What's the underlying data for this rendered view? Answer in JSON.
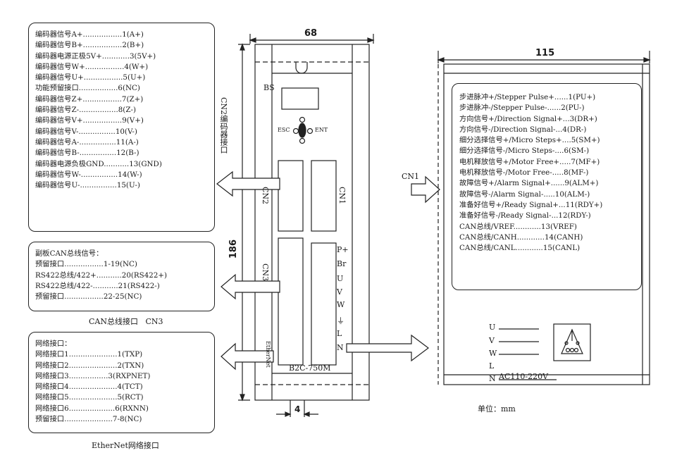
{
  "cn2": {
    "items": [
      "编码器信号A+.................1(A+)",
      "编码器信号B+.................2(B+)",
      "编码器电源正极5V+............3(5V+)",
      "编码器信号W+.................4(W+)",
      "编码器信号U+.................5(U+)",
      "功能预留接口.................6(NC)",
      "编码器信号Z+.................7(Z+)",
      "编码器信号Z-.................8(Z-)",
      "编码器信号V+.................9(V+)",
      "编码器信号V-................10(V-)",
      "编码器信号A-................11(A-)",
      "编码器信号B-................12(B-)",
      "编码器电源负极GND...........13(GND)",
      "编码器信号W-................14(W-)",
      "编码器信号U-................15(U-)"
    ],
    "side_label": "CN2编码器接口"
  },
  "cn3": {
    "items": [
      "副板CAN总线信号：",
      "预留接口.................1-19(NC)",
      "RS422总线/422+...........20(RS422+)",
      "RS422总线/422-...........21(RS422-)",
      "预留接口.................22-25(NC)"
    ],
    "caption": "CAN总线接口   CN3"
  },
  "net": {
    "items": [
      "网络接口：",
      "网络接口1.....................1(TXP)",
      "网络接口2.....................2(TXN)",
      "网络接口3.................3(RXPNET)",
      "网络接口4.....................4(TCT)",
      "网络接口5.....................5(RCT)",
      "网络接口6....................6(RXNN)",
      "预留接口.....................7-8(NC)"
    ],
    "caption": "EtherNet网络接口"
  },
  "cn1": {
    "items": [
      "步进脉冲+/Stepper Pulse+......1(PU+)",
      "步进脉冲-/Stepper Pulse-......2(PU-)",
      "方向信号+/Direction Signal+...3(DR+)",
      "方向信号-/Direction Signal-...4(DR-)",
      "细分选择信号+/Micro Steps+....5(SM+)",
      "细分选择信号-/Micro Steps-....6(SM-)",
      "电机释放信号+/Motor Free+.....7(MF+)",
      "电机释放信号-/Motor Free-.....8(MF-)",
      "故障信号+/Alarm Signal+......9(ALM+)",
      "故障信号-/Alarm Signal-.....10(ALM-)",
      "准备好信号+/Ready Signal+...11(RDY+)",
      "准备好信号-/Ready Signal-...12(RDY-)",
      "CAN总线/VREF............13(VREF)",
      "CAN总线/CANH............14(CANH)",
      "CAN总线/CANL............15(CANL)"
    ],
    "arrow_label": "CN1"
  },
  "front": {
    "width_dim": "68",
    "height_dim": "186",
    "bottom_dim": "4",
    "bs": "BS",
    "esc": "ESC",
    "ent": "ENT",
    "cn1": "CN1",
    "cn2": "CN2",
    "cn3": "CN3",
    "ethernet": "EtherNet",
    "model": "B2C-750M",
    "terminals": [
      "P+",
      "Br",
      "U",
      "V",
      "W",
      "⏚",
      "L",
      "N"
    ]
  },
  "side": {
    "width_dim": "115",
    "motor_terms": [
      "U",
      "V",
      "W",
      "L",
      "N"
    ],
    "power": "AC110-220V",
    "unit": "单位：mm"
  }
}
